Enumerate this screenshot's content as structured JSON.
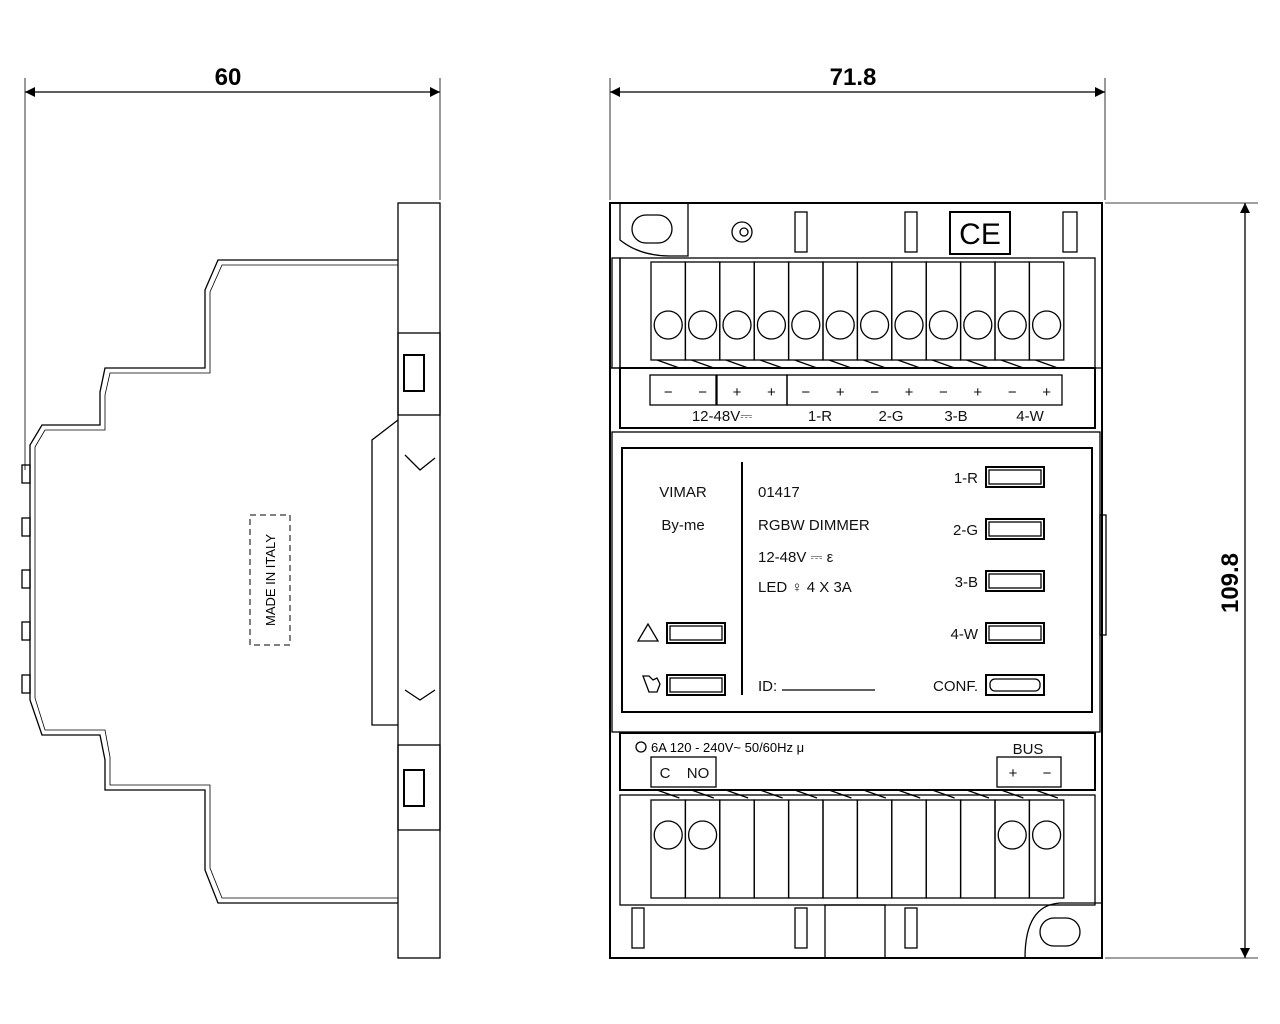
{
  "dimensions": {
    "depth": "60",
    "width": "71.8",
    "height": "109.8"
  },
  "side_view": {
    "marking": "MADE IN ITALY"
  },
  "top_terminals": {
    "signs": [
      "−",
      "−",
      "+",
      "+",
      "−",
      "+",
      "−",
      "+",
      "−",
      "+",
      "−",
      "+"
    ],
    "labels": [
      "12-48V⎓",
      "1-R",
      "2-G",
      "3-B",
      "4-W"
    ]
  },
  "front_panel": {
    "brand": "VIMAR",
    "series": "By-me",
    "code": "01417",
    "product": "RGBW DIMMER",
    "voltage": "12-48V ⎓ ε",
    "load": "LED ♀  4 X 3A",
    "channel_buttons": [
      "1-R",
      "2-G",
      "3-B",
      "4-W"
    ],
    "conf_label": "CONF.",
    "id_label": "ID:",
    "warning_icon": "warning-icon",
    "hand_icon": "hand-icon"
  },
  "bottom_terminals": {
    "rating": "6A 120 - 240V~ 50/60Hz μ",
    "relay_labels": [
      "C",
      "NO"
    ],
    "bus_label": "BUS",
    "bus_signs": [
      "+",
      "−"
    ]
  },
  "marks": {
    "ce": "CE"
  }
}
